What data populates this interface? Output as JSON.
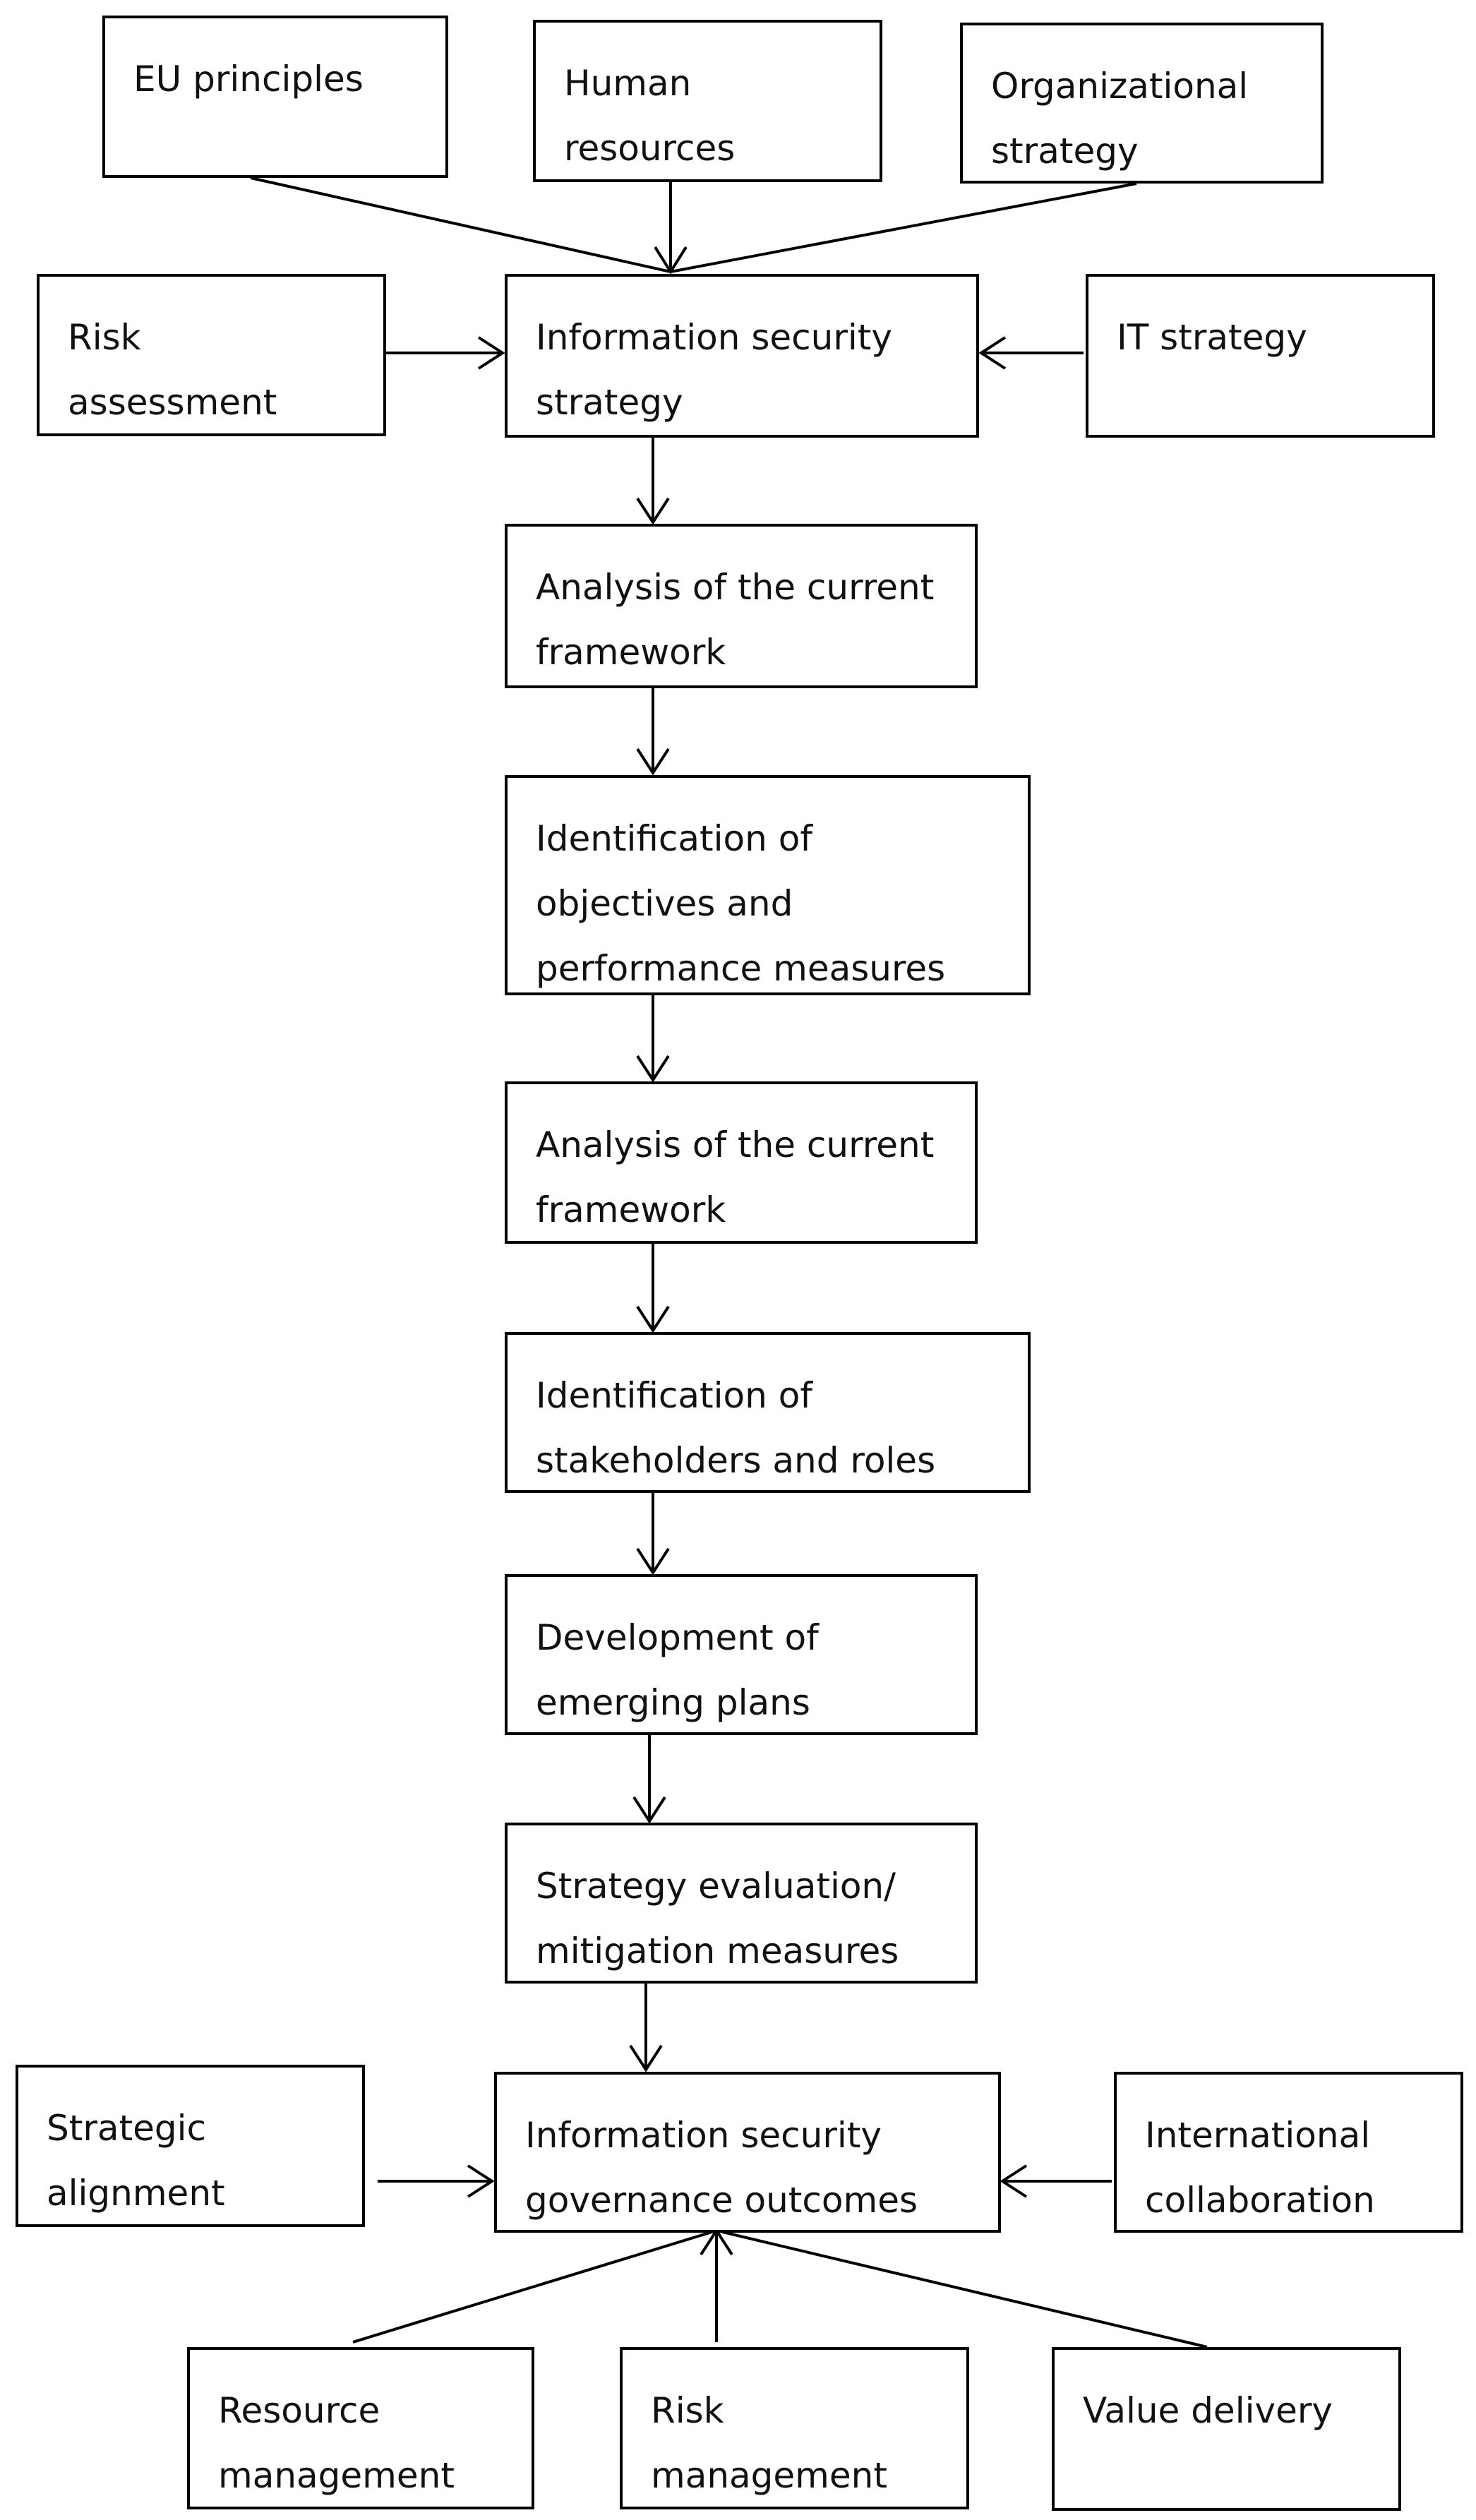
{
  "nodes": {
    "eu": "EU principles",
    "hr": "Human resources",
    "org": "Organizational strategy",
    "risk_assess": "Risk assessment",
    "iss": "Information security strategy",
    "it": "IT strategy",
    "acf1": "Analysis of the current framework",
    "iopm": "Identification of objectives and performance measures",
    "acf2": "Analysis of the current framework",
    "isr": "Identification of stakeholders and roles",
    "dep": "Development of emerging plans",
    "sem": "Strategy evaluation/ mitigation measures",
    "sa": "Strategic alignment",
    "isgo": "Information security governance outcomes",
    "ic": "International collaboration",
    "rm": "Resource management",
    "riskm": "Risk management",
    "vd": "Value delivery"
  }
}
